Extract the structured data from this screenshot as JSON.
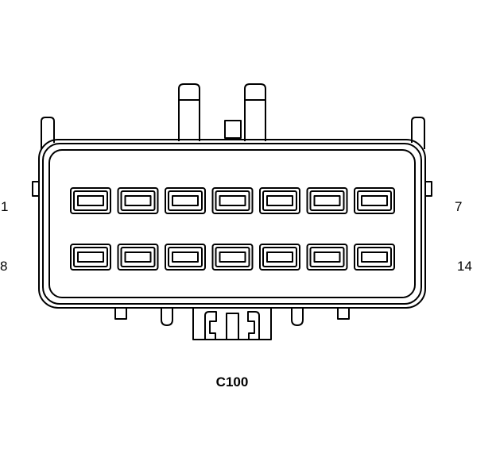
{
  "connector": {
    "name": "C100",
    "pin_count": 14,
    "rows": 2,
    "pins_per_row": 7
  },
  "pin_labels": {
    "top_left": "1",
    "top_right": "7",
    "bottom_left": "8",
    "bottom_right": "14"
  },
  "colors": {
    "line": "#000000",
    "background": "#ffffff"
  }
}
